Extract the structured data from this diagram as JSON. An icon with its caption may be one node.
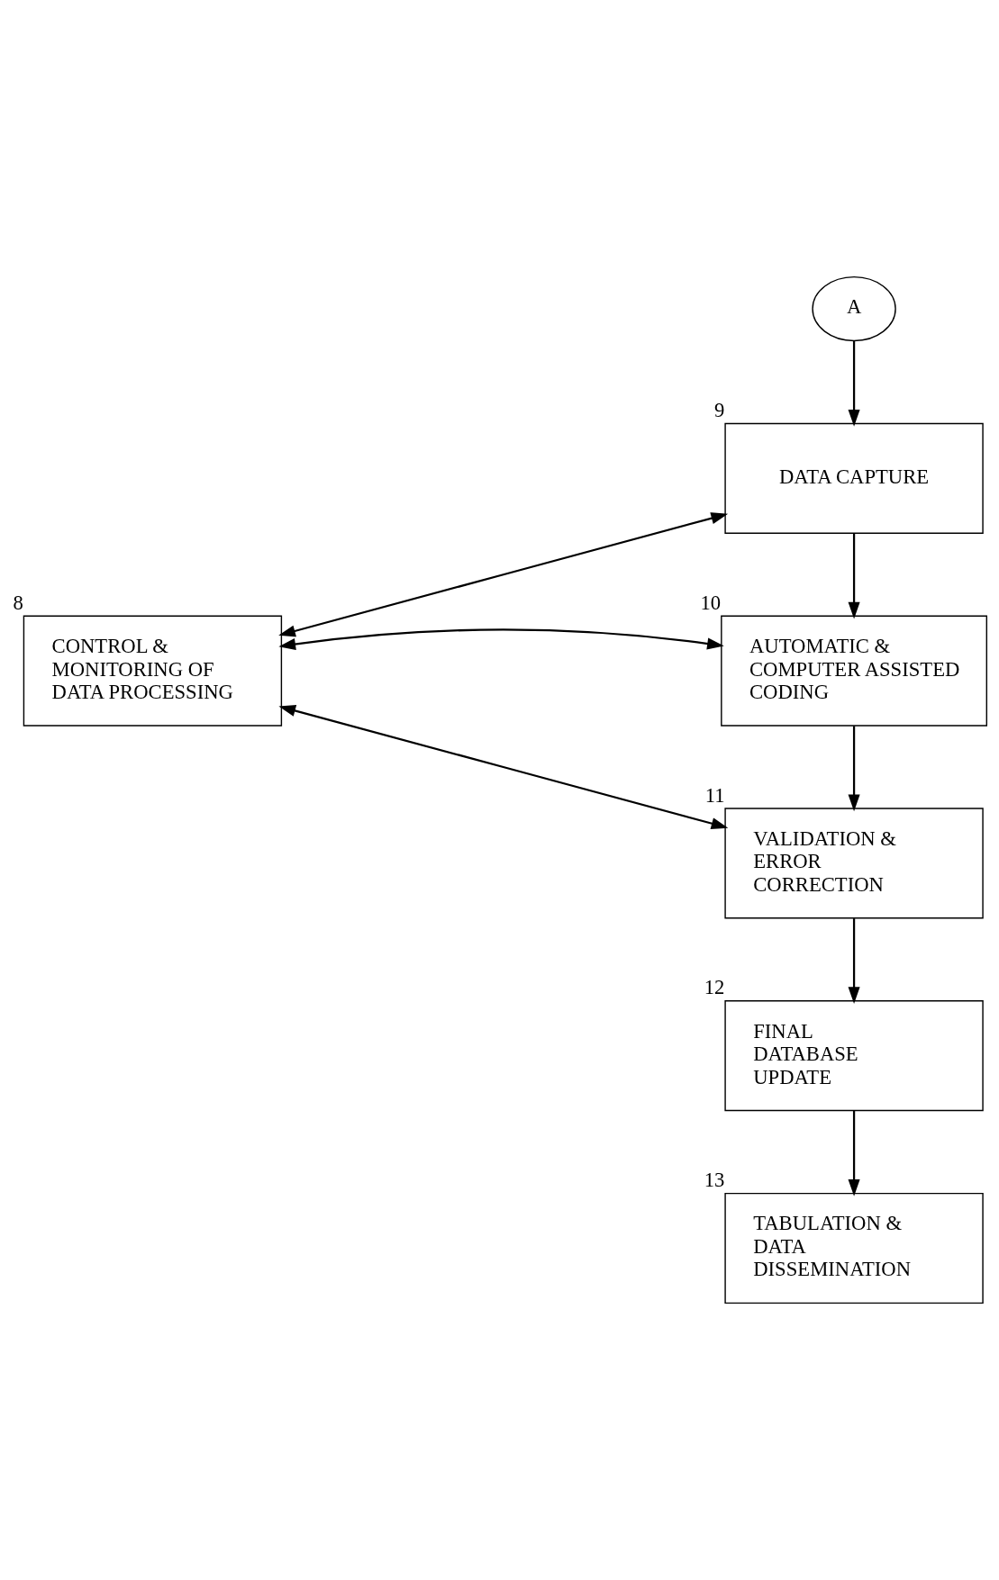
{
  "diagram": {
    "nodes": [
      {
        "text": [
          "A"
        ]
      },
      {
        "text": [
          "DATA CAPTURE"
        ],
        "beside": [
          "9"
        ]
      },
      {
        "text": [
          "CONTROL & MONITORING OF DATA PROCESSING"
        ],
        "beside": [
          "8"
        ]
      },
      {
        "text": [
          "AUTOMATIC & COMPUTER ASSISTED CODING"
        ],
        "beside": [
          "10"
        ]
      },
      {
        "text": [
          "VALIDATION & ERROR CORRECTION"
        ],
        "beside": [
          "11"
        ]
      },
      {
        "text": [
          "FINAL DATABASE UPDATE"
        ],
        "beside": [
          "12"
        ]
      },
      {
        "text": [
          "TABULATION & DATA DISSEMINATION"
        ],
        "beside": [
          "13"
        ]
      }
    ],
    "edges": [
      {
        "from": 0,
        "to": 1,
        "arrow": "to"
      },
      {
        "from": 1,
        "to": 3,
        "arrow": "to"
      },
      {
        "from": 2,
        "to": 1,
        "arrow": "both"
      },
      {
        "from": 2,
        "to": 3,
        "arrow": "both"
      },
      {
        "from": 3,
        "to": 4,
        "arrow": "to"
      },
      {
        "from": 2,
        "to": 4,
        "arrow": "both"
      },
      {
        "from": 4,
        "to": 5,
        "arrow": "to"
      },
      {
        "from": 5,
        "to": 6,
        "arrow": "to"
      }
    ]
  }
}
